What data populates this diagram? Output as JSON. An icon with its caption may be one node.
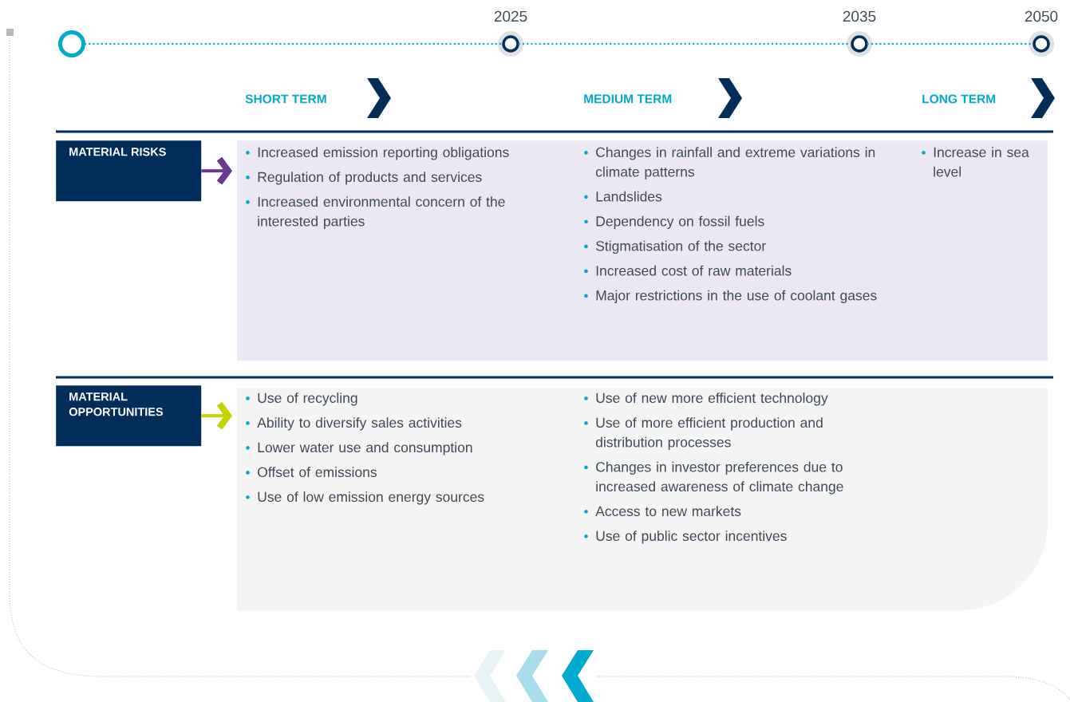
{
  "diagram": {
    "nodes": [
      {
        "text": [
          "MATERIAL RISKS"
        ]
      },
      {
        "text": [],
        "shape": "box"
      },
      {
        "text": [
          "Increased emission reporting obligations",
          "Regulation of products and services",
          "Increased environmental concern of the interested parties"
        ],
        "in": 1
      },
      {
        "text": [
          "Changes in rainfall and extreme variations in climate patterns",
          "Landslides",
          "Dependency on fossil fuels",
          "Stigmatisation of the sector",
          "Increased cost of raw materials",
          "Major restrictions in the use of coolant gases"
        ],
        "in": 1
      },
      {
        "text": [
          "Increase in sea level"
        ],
        "in": 1
      },
      {
        "text": [
          "MATERIAL OPPORTUNITIES"
        ]
      },
      {
        "text": [],
        "shape": "box"
      },
      {
        "text": [
          "Use of recycling",
          "Ability to diversify sales activities",
          "Lower water use and consumption",
          "Offset of emissions",
          "Use of low emission energy sources"
        ],
        "in": 6
      },
      {
        "text": [
          "Use of new more efficient technology",
          "Use of more efficient production and distribution processes",
          "Changes in investor preferences due to increased awareness of climate change",
          "Access to new markets",
          "Use of public sector incentives"
        ],
        "in": 6
      },
      {
        "text": [],
        "shape": "circle"
      },
      {
        "text": [],
        "shape": "circle",
        "beside": [
          "2025"
        ]
      },
      {
        "text": [],
        "shape": "circle",
        "beside": [
          "2035"
        ]
      },
      {
        "text": [],
        "shape": "circle",
        "beside": [
          "2050"
        ]
      }
    ],
    "edges": [
      {
        "from": 9,
        "to": 10,
        "arrow": "none",
        "style": "dashed"
      },
      {
        "from": 10,
        "to": 11,
        "arrow": "none",
        "style": "dashed"
      },
      {
        "from": 11,
        "to": 12,
        "arrow": "none",
        "style": "dashed"
      },
      {
        "from": 0,
        "to": 1,
        "arrow": "to",
        "style": "thick",
        "color": "#6b3594"
      },
      {
        "from": 5,
        "to": 6,
        "arrow": "to",
        "style": "thick",
        "color": "#c5d300"
      }
    ],
    "labels": [
      "SHORT TERM",
      "MEDIUM TERM",
      "LONG TERM"
    ]
  }
}
